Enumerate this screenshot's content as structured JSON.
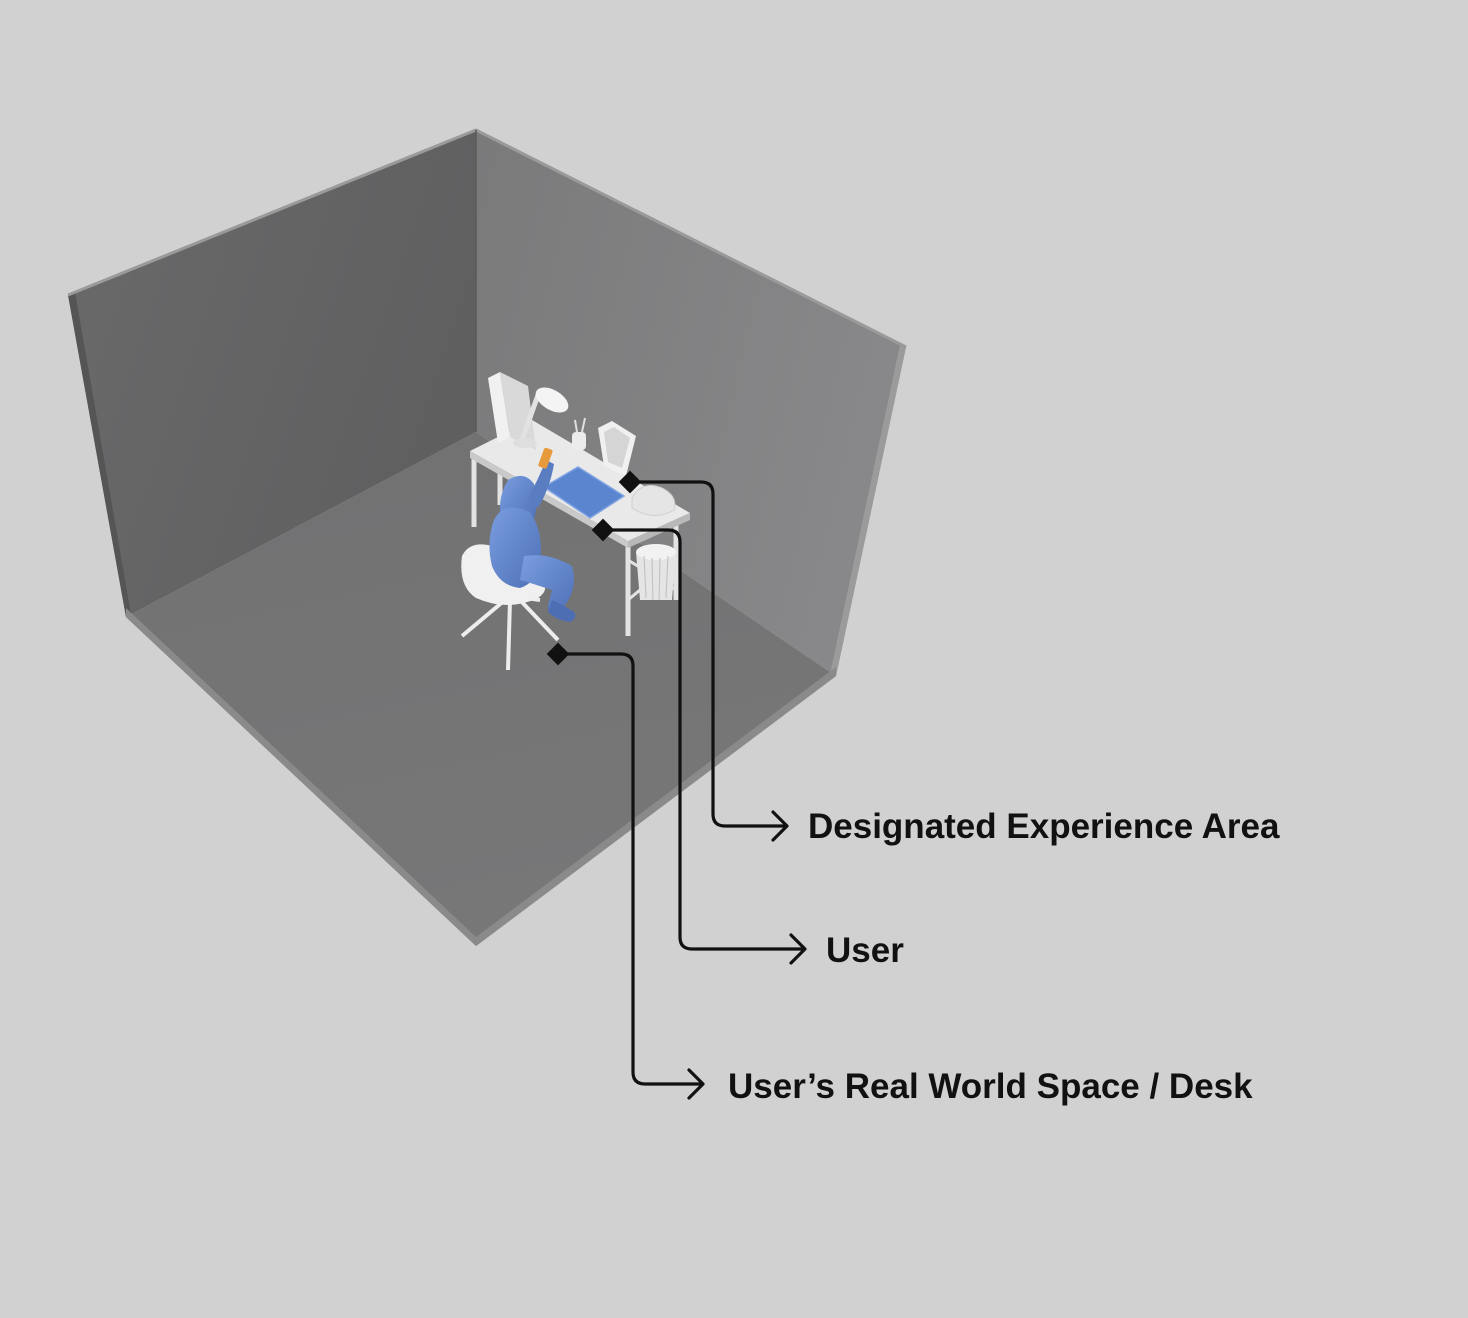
{
  "callouts": {
    "experience_area": "Designated Experience Area",
    "user": "User",
    "real_world_space": "User’s Real World Space / Desk"
  },
  "colors": {
    "background": "#d1d1d1",
    "back_wall_left": "#666666",
    "back_wall_right": "#7f7f80",
    "floor": "#737373",
    "user_figure": "#5b7fc4",
    "experience_area": "#5b86cf",
    "phone": "#e69a3c",
    "furniture": "#e8e8e8",
    "line": "#111111"
  },
  "icons": {
    "anchor": "diamond-anchor-icon",
    "arrow": "arrow-right-icon"
  }
}
